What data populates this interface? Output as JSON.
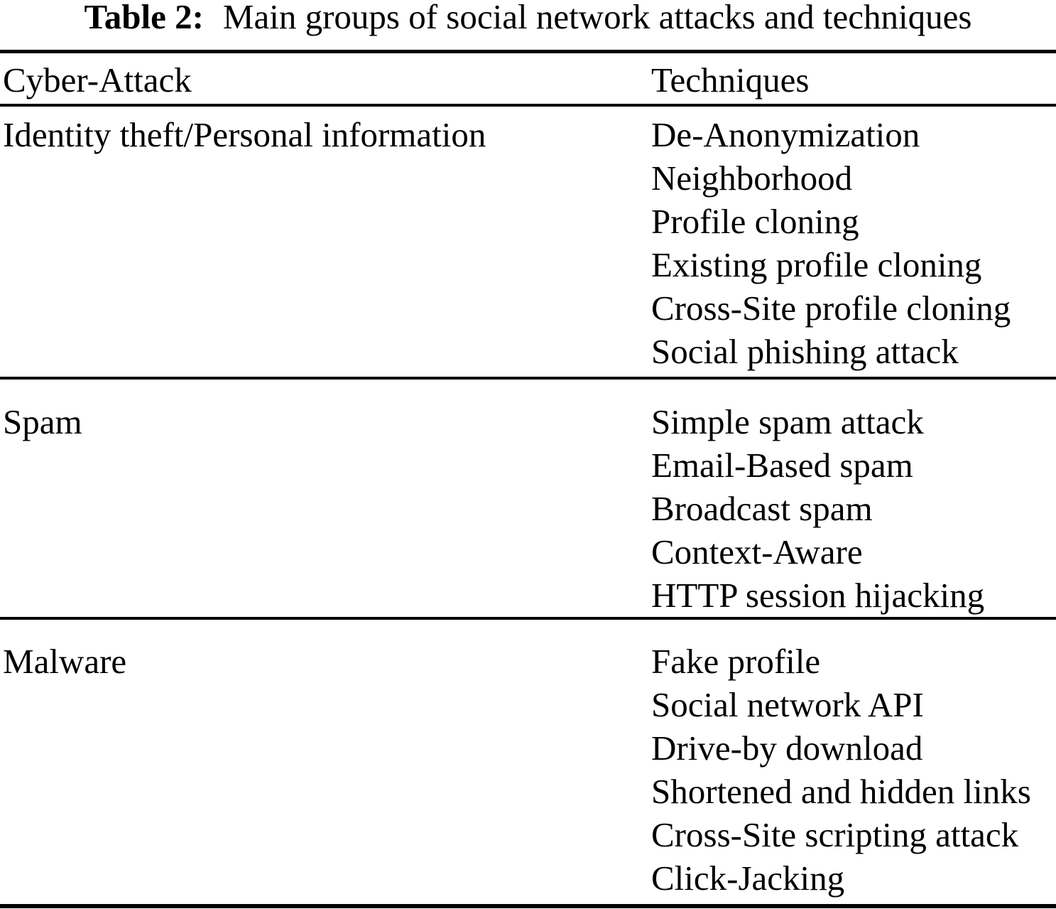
{
  "caption": {
    "label": "Table 2:",
    "text": "Main groups of social network attacks and techniques"
  },
  "table": {
    "columns": [
      "Cyber-Attack",
      "Techniques"
    ],
    "rows": [
      {
        "attack": "Identity theft/Personal information",
        "techniques": [
          "De-Anonymization",
          "Neighborhood",
          "Profile cloning",
          "Existing profile cloning",
          "Cross-Site profile cloning",
          "Social phishing attack"
        ]
      },
      {
        "attack": "Spam",
        "techniques": [
          "Simple spam attack",
          "Email-Based spam",
          "Broadcast spam",
          "Context-Aware",
          "HTTP session hijacking"
        ]
      },
      {
        "attack": "Malware",
        "techniques": [
          "Fake profile",
          "Social network API",
          "Drive-by download",
          "Shortened and hidden links",
          "Cross-Site scripting attack",
          "Click-Jacking"
        ]
      }
    ]
  },
  "colors": {
    "text": "#000000",
    "background": "#ffffff",
    "rule": "#000000"
  }
}
